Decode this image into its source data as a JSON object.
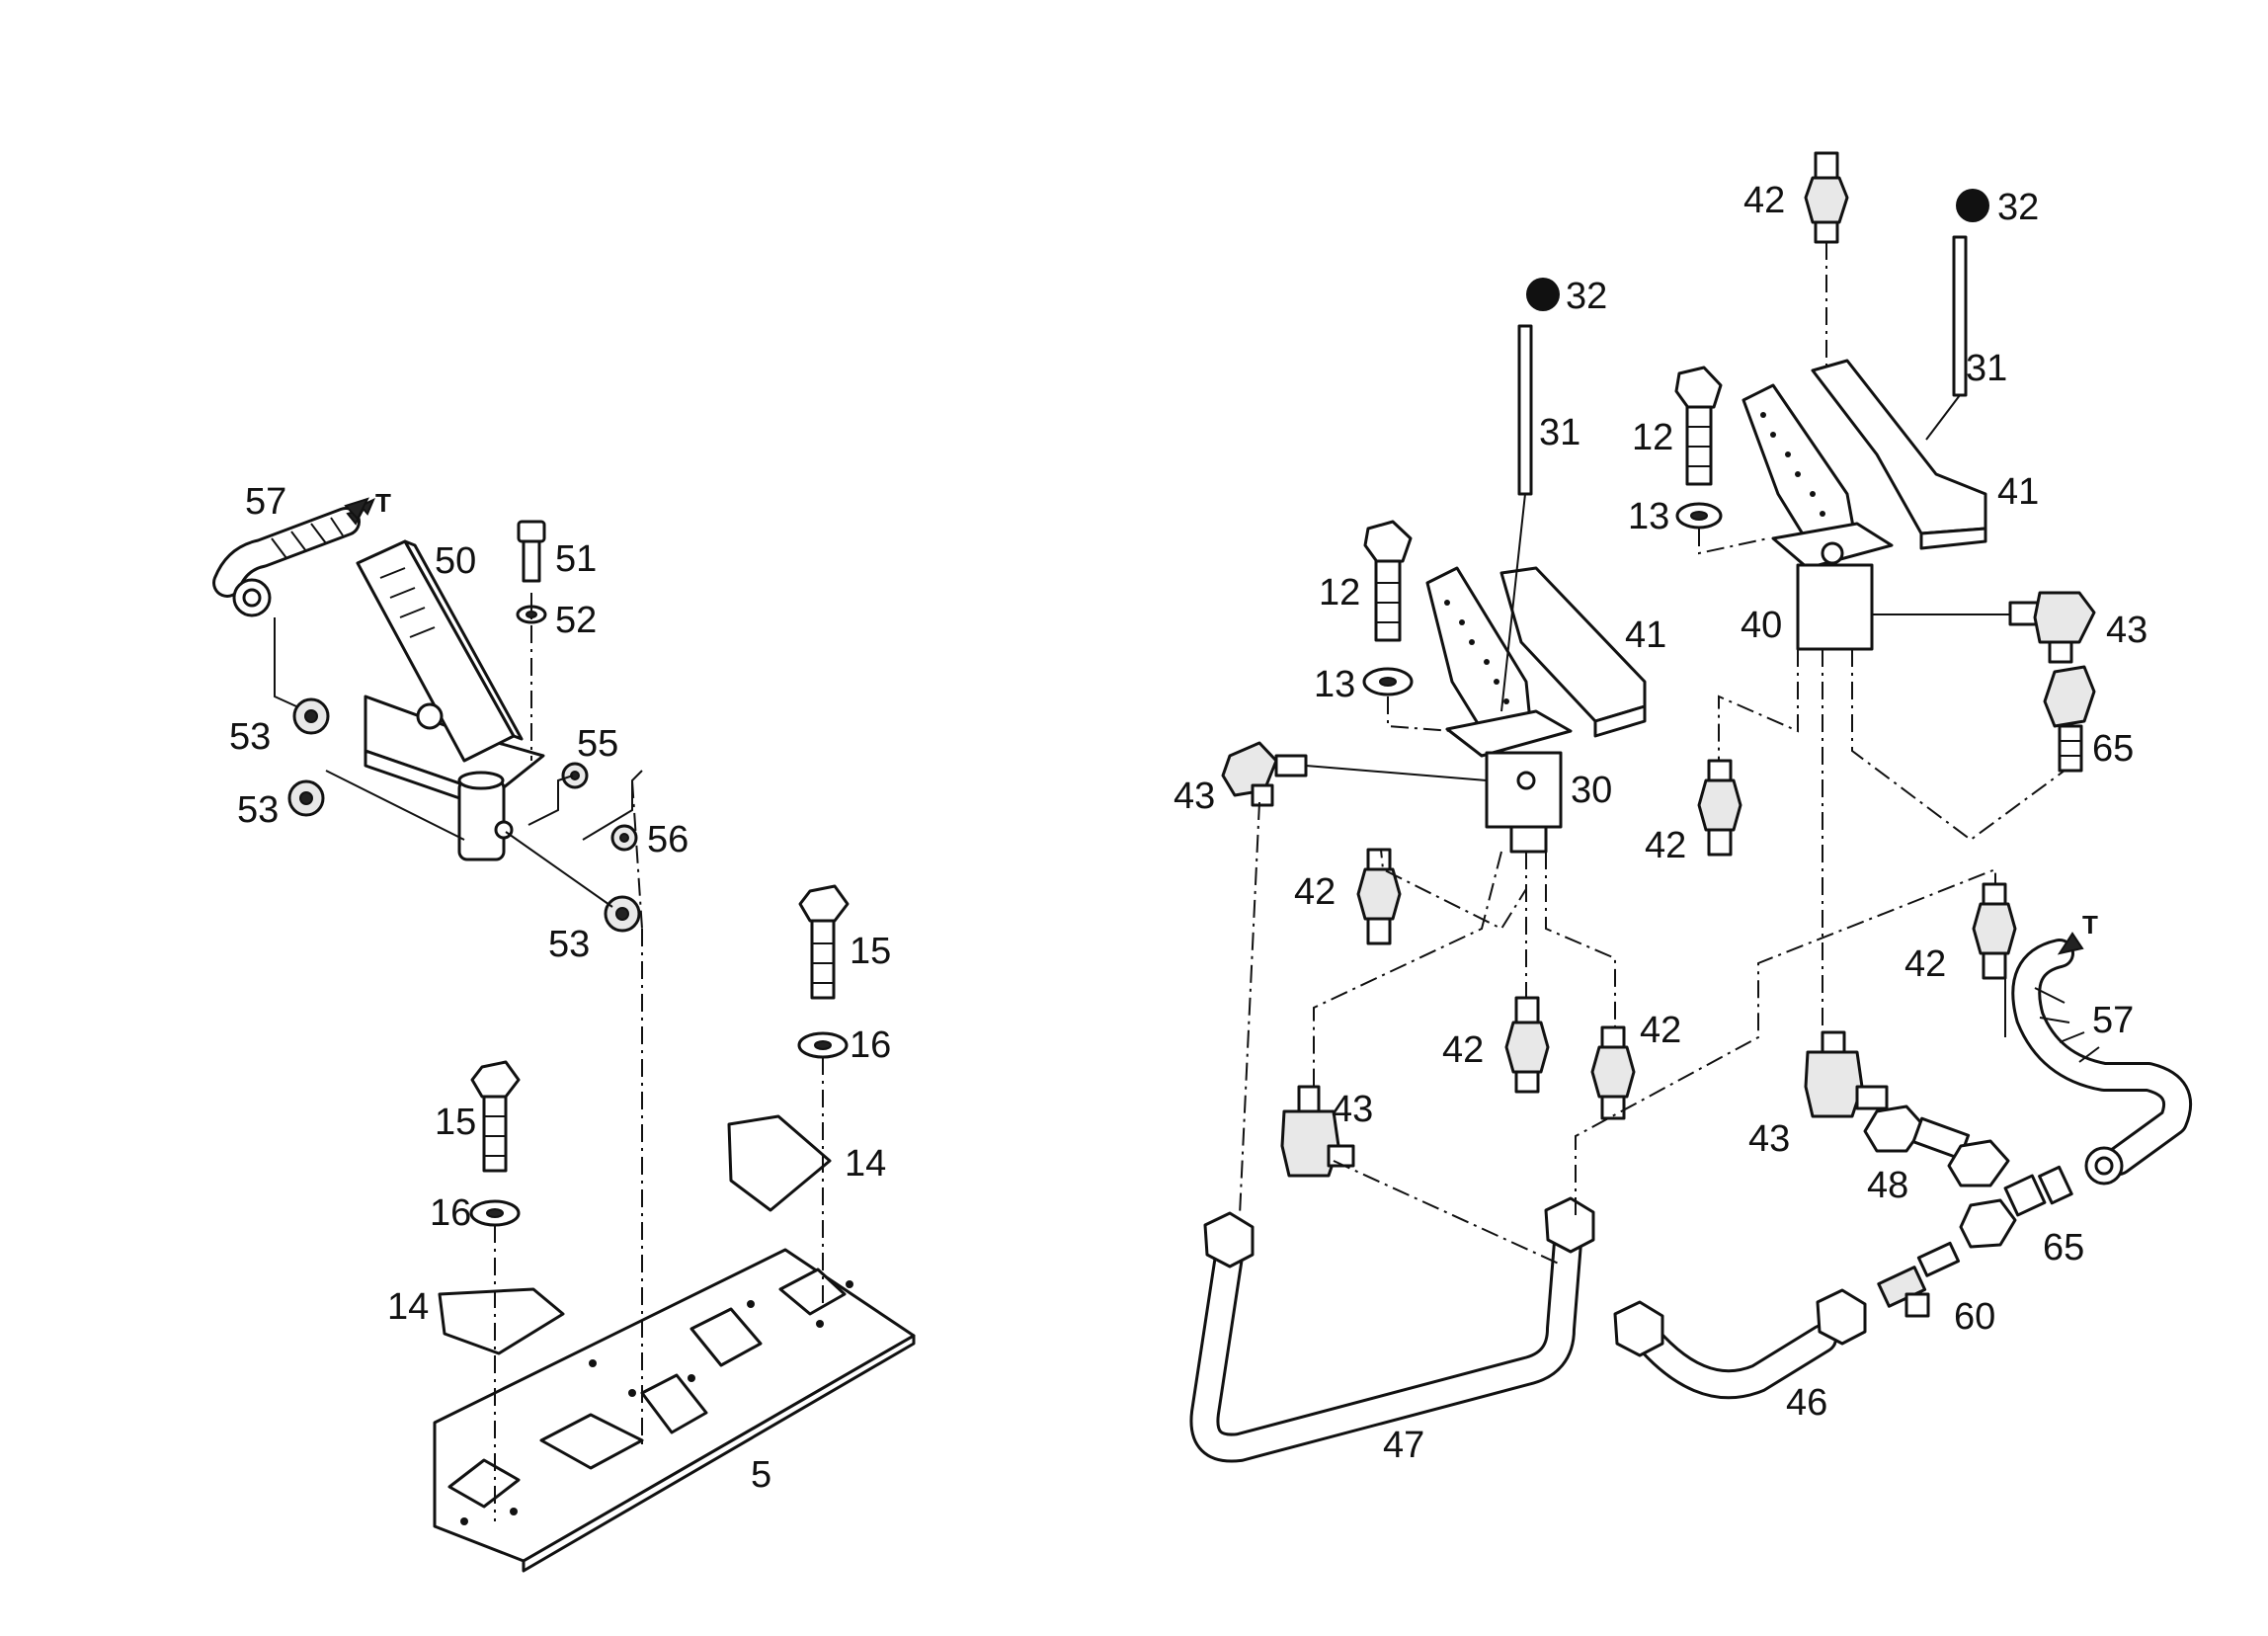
{
  "callouts": {
    "c57a": "57",
    "c50": "50",
    "c51": "51",
    "c52": "52",
    "c53a": "53",
    "c53b": "53",
    "c53c": "53",
    "c55": "55",
    "c56": "56",
    "c15a": "15",
    "c16a": "16",
    "c14a": "14",
    "c15b": "15",
    "c16b": "16",
    "c14b": "14",
    "c5": "5",
    "c32a": "32",
    "c31a": "31",
    "c12a": "12",
    "c13a": "13",
    "c41a": "41",
    "c30": "30",
    "c43a": "43",
    "c42a": "42",
    "c42b": "42",
    "c42c": "42",
    "c43b": "43",
    "c47": "47",
    "c42d": "42",
    "c32b": "32",
    "c31b": "31",
    "c12b": "12",
    "c13b": "13",
    "c41b": "41",
    "c40": "40",
    "c43c": "43",
    "c65a": "65",
    "c42e": "42",
    "c42f": "42",
    "c43d": "43",
    "c48": "48",
    "c65b": "65",
    "c60": "60",
    "c46": "46",
    "c57b": "57"
  },
  "flow_markers": {
    "tank_left": "T",
    "tank_right": "T"
  }
}
